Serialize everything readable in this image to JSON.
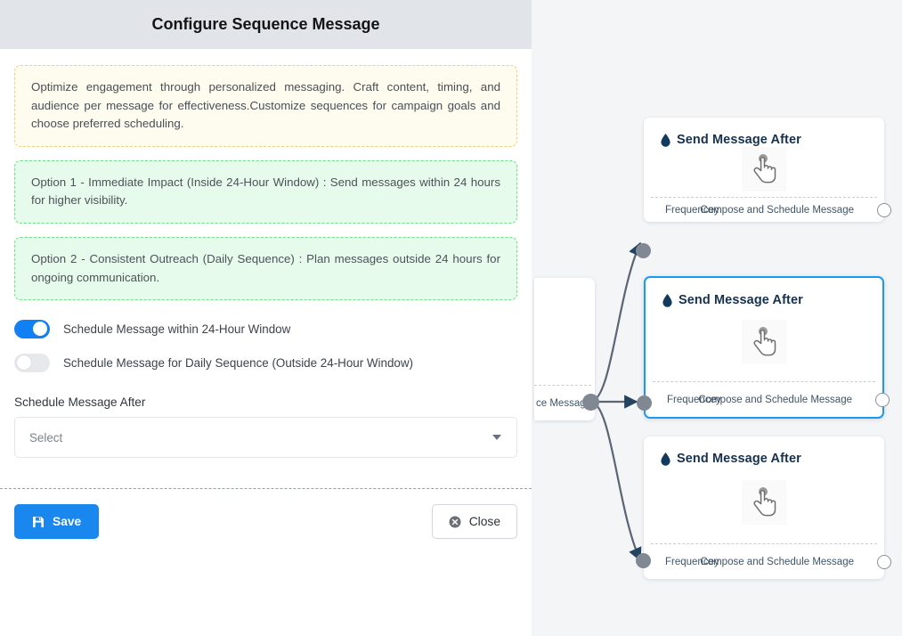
{
  "panel": {
    "title": "Configure Sequence Message",
    "info_note": "Optimize engagement through personalized messaging. Craft content, timing, and audience per message for effectiveness.Customize sequences for campaign goals and choose preferred scheduling.",
    "option_1": "Option 1 - Immediate Impact (Inside 24-Hour Window) : Send messages within 24 hours for higher visibility.",
    "option_2": "Option 2 - Consistent Outreach (Daily Sequence) : Plan messages outside 24 hours for ongoing communication.",
    "toggles": [
      {
        "label": "Schedule Message within 24-Hour Window",
        "state": "on"
      },
      {
        "label": "Schedule Message for Daily Sequence (Outside 24-Hour Window)",
        "state": "off"
      }
    ],
    "schedule_field": {
      "label": "Schedule Message After",
      "value": "Select",
      "placeholder": "Select"
    },
    "buttons": {
      "save": "Save",
      "close": "Close"
    },
    "colors": {
      "header_bg": "#e1e4e9",
      "accent_blue": "#1a87ee",
      "note_border": "#f5ce7a",
      "note_bg": "#fdfcee",
      "option_border": "#6fe08a",
      "option_bg": "#e7fbec",
      "toggle_on": "#1180f4",
      "toggle_off": "#e6e8eb"
    }
  },
  "canvas": {
    "background": "#f4f5f7",
    "partial_node": {
      "footer_label": "ce Message"
    },
    "nodes": [
      {
        "title": "Send Message After",
        "body_icon": "hand-pointer-icon",
        "frequency_label": "Frequencey",
        "compose_label": "Compose and Schedule Message",
        "selected": false
      },
      {
        "title": "Send Message After",
        "body_icon": "hand-pointer-icon",
        "frequency_label": "Frequencey",
        "compose_label": "Compose and Schedule Message",
        "selected": true
      },
      {
        "title": "Send Message After",
        "body_icon": "hand-pointer-icon",
        "frequency_label": "Frequencey",
        "compose_label": "Compose and Schedule Message",
        "selected": false
      }
    ],
    "edge_color": "#5a6675",
    "node_title_color": "#16314e",
    "selected_border_color": "#1b9bf0"
  }
}
